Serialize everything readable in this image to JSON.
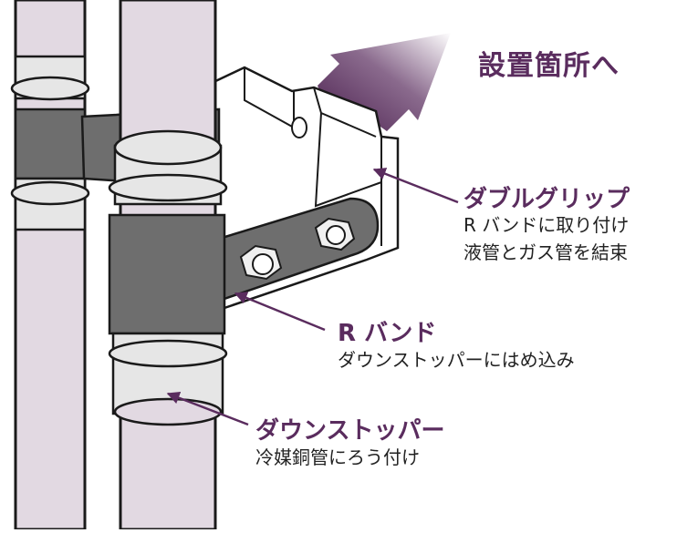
{
  "colors": {
    "accent": "#5a2c5e",
    "pipe": "#e2d9e2",
    "band": "#6e6e6e",
    "stopper": "#e6e6e6",
    "outline": "#1a1a1a"
  },
  "title": "設置箇所へ",
  "labels": {
    "double_grip": {
      "heading": "ダブルグリップ",
      "line1": "R バンドに取り付け",
      "line2": "液管とガス管を結束"
    },
    "r_band": {
      "heading": "R バンド",
      "line1": "ダウンストッパーにはめ込み"
    },
    "down_stopper": {
      "heading": "ダウンストッパー",
      "line1": "冷媒銅管にろう付け"
    }
  }
}
